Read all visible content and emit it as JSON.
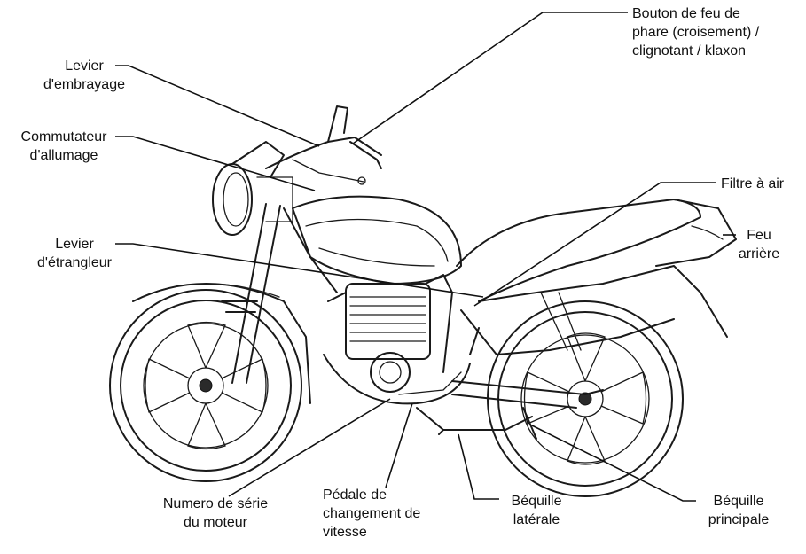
{
  "labels": {
    "headlight_switch": [
      "Bouton de feu de",
      "phare (croisement) /",
      "clignotant / klaxon"
    ],
    "clutch_lever": [
      "Levier",
      "d'embrayage"
    ],
    "ignition_switch": [
      "Commutateur",
      "d'allumage"
    ],
    "air_filter": [
      "Filtre à air"
    ],
    "choke_lever": [
      "Levier",
      "d'étrangleur"
    ],
    "tail_light": [
      "Feu",
      "arrière"
    ],
    "engine_serial": [
      "Numero de série",
      "du moteur"
    ],
    "shift_pedal": [
      "Pédale de",
      "changement de",
      "vitesse"
    ],
    "side_stand": [
      "Béquille",
      "latérale"
    ],
    "main_stand": [
      "Béquille",
      "principale"
    ]
  }
}
